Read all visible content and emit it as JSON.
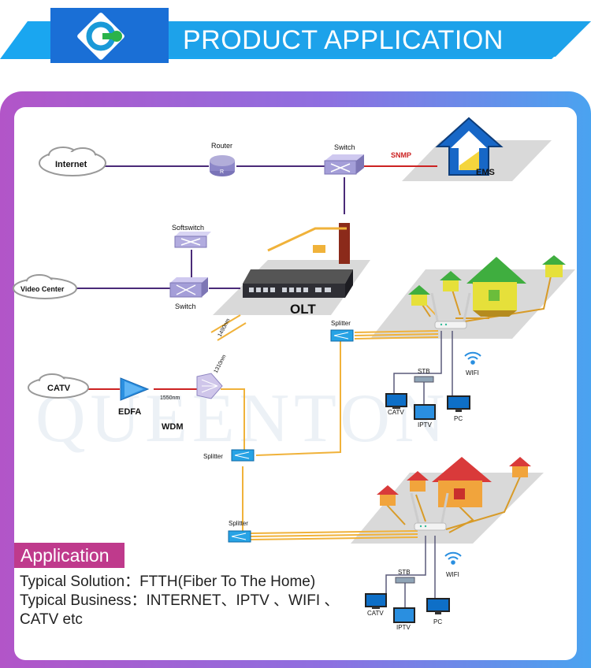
{
  "header": {
    "title": "PRODUCT APPLICATION",
    "logo_icon": "company-logo-icon",
    "accent": "#1aa6f0",
    "logo_bg": "#1a6fd6"
  },
  "watermark": "QUEENTON",
  "diagram": {
    "internet": "Internet",
    "router": "Router",
    "switch_top": "Switch",
    "snmp": "SNMP",
    "ems": "EMS",
    "softswitch": "Softswitch",
    "video_center": "Video Center",
    "switch_mid": "Switch",
    "olt": "OLT",
    "catv_source": "CATV",
    "edfa": "EDFA",
    "wdm": "WDM",
    "wl_1550": "1550nm",
    "wl_1490": "1490nm",
    "wl_1310": "1310nm",
    "splitter_main": "Splitter",
    "splitter_top": "Splitter",
    "splitter_bottom": "Splitter",
    "stb_top": "STB",
    "wifi_top": "WIFI",
    "catv_top": "CATV",
    "iptv_top": "IPTV",
    "pc_top": "PC",
    "stb_bottom": "STB",
    "wifi_bottom": "WIFI",
    "catv_bottom": "CATV",
    "iptv_bottom": "IPTV",
    "pc_bottom": "PC"
  },
  "application": {
    "badge": "Application",
    "solution": "Typical Solution：FTTH(Fiber To The Home)",
    "business_1": "Typical Business：INTERNET、IPTV 、WIFI 、",
    "business_2": "CATV etc"
  }
}
